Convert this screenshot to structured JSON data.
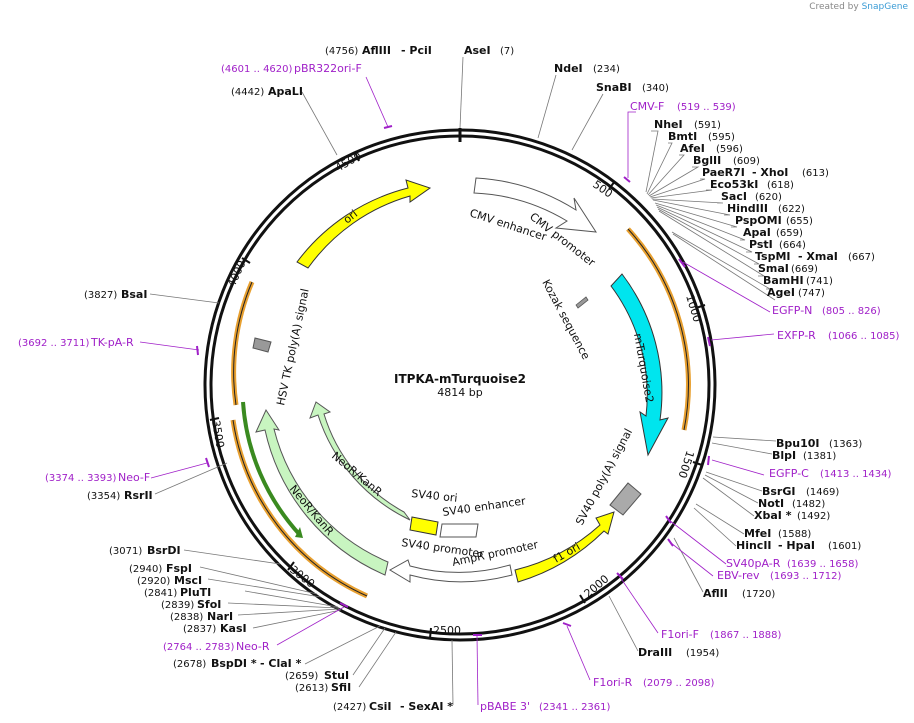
{
  "credit": {
    "prefix": "Created by",
    "brand": "SnapGene"
  },
  "map": {
    "name": "ITPKA-mTurquoise2",
    "length": "4814 bp"
  },
  "ticks": [
    "500",
    "1000",
    "1500",
    "2000",
    "2500",
    "3000",
    "3500",
    "4000",
    "4500"
  ],
  "features": {
    "cmv_enhancer": "CMV enhancer",
    "cmv_promoter": "CMV promoter",
    "kozak": "Kozak sequence",
    "mturquoise2": "mTurquoise2",
    "sv40_polya": "SV40 poly(A) signal",
    "f1_ori": "f1 ori",
    "ampr_promoter": "AmpR promoter",
    "sv40_promoter": "SV40 promoter",
    "sv40_ori": "SV40 ori",
    "sv40_enhancer": "SV40 enhancer",
    "neor_inner": "NeoR/KanR",
    "neor_outer": "NeoR/KanR",
    "hsv_tk": "HSV TK poly(A) signal",
    "ori": "ori"
  },
  "enzymes": {
    "afliii_pcii": {
      "pos": "(4756)",
      "n1": "AflIII",
      "sep": "- PciI"
    },
    "asei": {
      "name": "AseI",
      "pos": "(7)"
    },
    "ndei": {
      "name": "NdeI",
      "pos": "(234)"
    },
    "snabi": {
      "name": "SnaBI",
      "pos": "(340)"
    },
    "nhei": {
      "name": "NheI",
      "pos": "(591)"
    },
    "bmti": {
      "name": "BmtI",
      "pos": "(595)"
    },
    "afei": {
      "name": "AfeI",
      "pos": "(596)"
    },
    "bglii": {
      "name": "BglII",
      "pos": "(609)"
    },
    "paer7i": {
      "name": "PaeR7I",
      "sep": "- XhoI",
      "pos": "(613)"
    },
    "eco53ki": {
      "name": "Eco53kI",
      "pos": "(618)"
    },
    "saci": {
      "name": "SacI",
      "pos": "(620)"
    },
    "hindiii": {
      "name": "HindIII",
      "pos": "(622)"
    },
    "pspomi": {
      "name": "PspOMI",
      "pos": "(655)"
    },
    "apai": {
      "name": "ApaI",
      "pos": "(659)"
    },
    "psti": {
      "name": "PstI",
      "pos": "(664)"
    },
    "tspmi": {
      "name": "TspMI",
      "sep": "- XmaI",
      "pos": "(667)"
    },
    "smai": {
      "name": "SmaI",
      "pos": "(669)"
    },
    "bamhi": {
      "name": "BamHI",
      "pos": "(741)"
    },
    "agei": {
      "name": "AgeI",
      "pos": "(747)"
    },
    "bpu10i": {
      "name": "Bpu10I",
      "pos": "(1363)"
    },
    "blpi": {
      "name": "BlpI",
      "pos": "(1381)"
    },
    "bsrgi": {
      "name": "BsrGI",
      "pos": "(1469)"
    },
    "noti": {
      "name": "NotI",
      "pos": "(1482)"
    },
    "xbai": {
      "name": "XbaI *",
      "pos": "(1492)"
    },
    "mfei": {
      "name": "MfeI",
      "pos": "(1588)"
    },
    "hincii": {
      "name": "HincII",
      "sep": "- HpaI",
      "pos": "(1601)"
    },
    "aflii": {
      "name": "AflII",
      "pos": "(1720)"
    },
    "draiii": {
      "name": "DraIII",
      "pos": "(1954)"
    },
    "csii": {
      "pos": "(2427)",
      "name": "CsiI",
      "sep": "- SexAI *"
    },
    "sfii": {
      "pos": "(2613)",
      "name": "SfiI"
    },
    "stui": {
      "pos": "(2659)",
      "name": "StuI"
    },
    "bspdi": {
      "pos": "(2678)",
      "name": "BspDI *",
      "sep": "- ClaI *"
    },
    "kasi": {
      "pos": "(2837)",
      "name": "KasI"
    },
    "nari": {
      "pos": "(2838)",
      "name": "NarI"
    },
    "sfoi": {
      "pos": "(2839)",
      "name": "SfoI"
    },
    "pluti": {
      "pos": "(2841)",
      "name": "PluTI"
    },
    "msci": {
      "pos": "(2920)",
      "name": "MscI"
    },
    "fspi": {
      "pos": "(2940)",
      "name": "FspI"
    },
    "bsrdi": {
      "pos": "(3071)",
      "name": "BsrDI"
    },
    "rsrii": {
      "pos": "(3354)",
      "name": "RsrII"
    },
    "bsai": {
      "pos": "(3827)",
      "name": "BsaI"
    },
    "apali": {
      "pos": "(4442)",
      "name": "ApaLI"
    }
  },
  "primers": {
    "pbr322": {
      "pos": "(4601 .. 4620)",
      "name": "pBR322ori-F"
    },
    "cmvf": {
      "name": "CMV-F",
      "pos": "(519 .. 539)"
    },
    "egfpn": {
      "name": "EGFP-N",
      "pos": "(805 .. 826)"
    },
    "exfpr": {
      "name": "EXFP-R",
      "pos": "(1066 .. 1085)"
    },
    "egfpc": {
      "name": "EGFP-C",
      "pos": "(1413 .. 1434)"
    },
    "sv40par": {
      "name": "SV40pA-R",
      "pos": "(1639 .. 1658)"
    },
    "ebvrev": {
      "name": "EBV-rev",
      "pos": "(1693 .. 1712)"
    },
    "f1orif": {
      "name": "F1ori-F",
      "pos": "(1867 .. 1888)"
    },
    "f1orir": {
      "name": "F1ori-R",
      "pos": "(2079 .. 2098)"
    },
    "pbabe": {
      "name": "pBABE 3'",
      "pos": "(2341 .. 2361)"
    },
    "neor": {
      "pos": "(2764 .. 2783)",
      "name": "Neo-R"
    },
    "neof": {
      "pos": "(3374 .. 3393)",
      "name": "Neo-F"
    },
    "tkpar": {
      "pos": "(3692 .. 3711)",
      "name": "TK-pA-R"
    }
  },
  "colors": {
    "cyan": "#00e5ee",
    "yellow": "#ffff00",
    "lightgreen": "#c8f5c0",
    "orange": "#e8a030",
    "primer": "#a020c8"
  }
}
